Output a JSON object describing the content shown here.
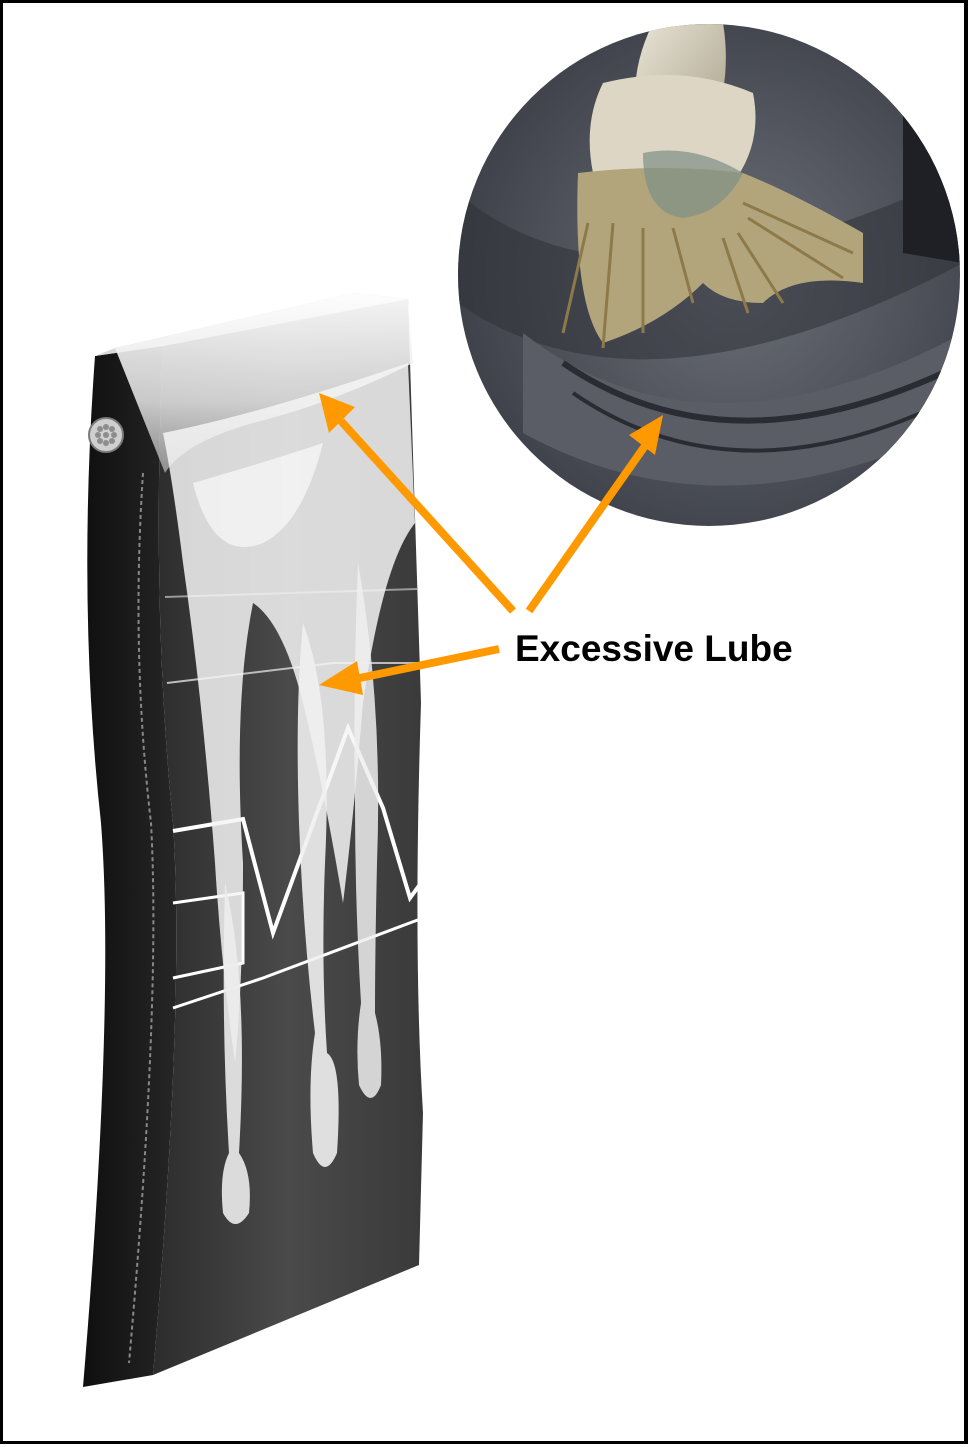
{
  "figure": {
    "annotation_label": "Excessive Lube",
    "arrow_color": "#FF9900",
    "border_color": "#000000",
    "belt_photo": {
      "subject": "belt-cross-section-with-excess-lubricant",
      "surface_color": "#3A3A3A",
      "lube_color": "#F2F2F2"
    },
    "inset_photo": {
      "subject": "frayed-wire-rope-end-with-grease",
      "background_color": "#4A4D57"
    }
  }
}
